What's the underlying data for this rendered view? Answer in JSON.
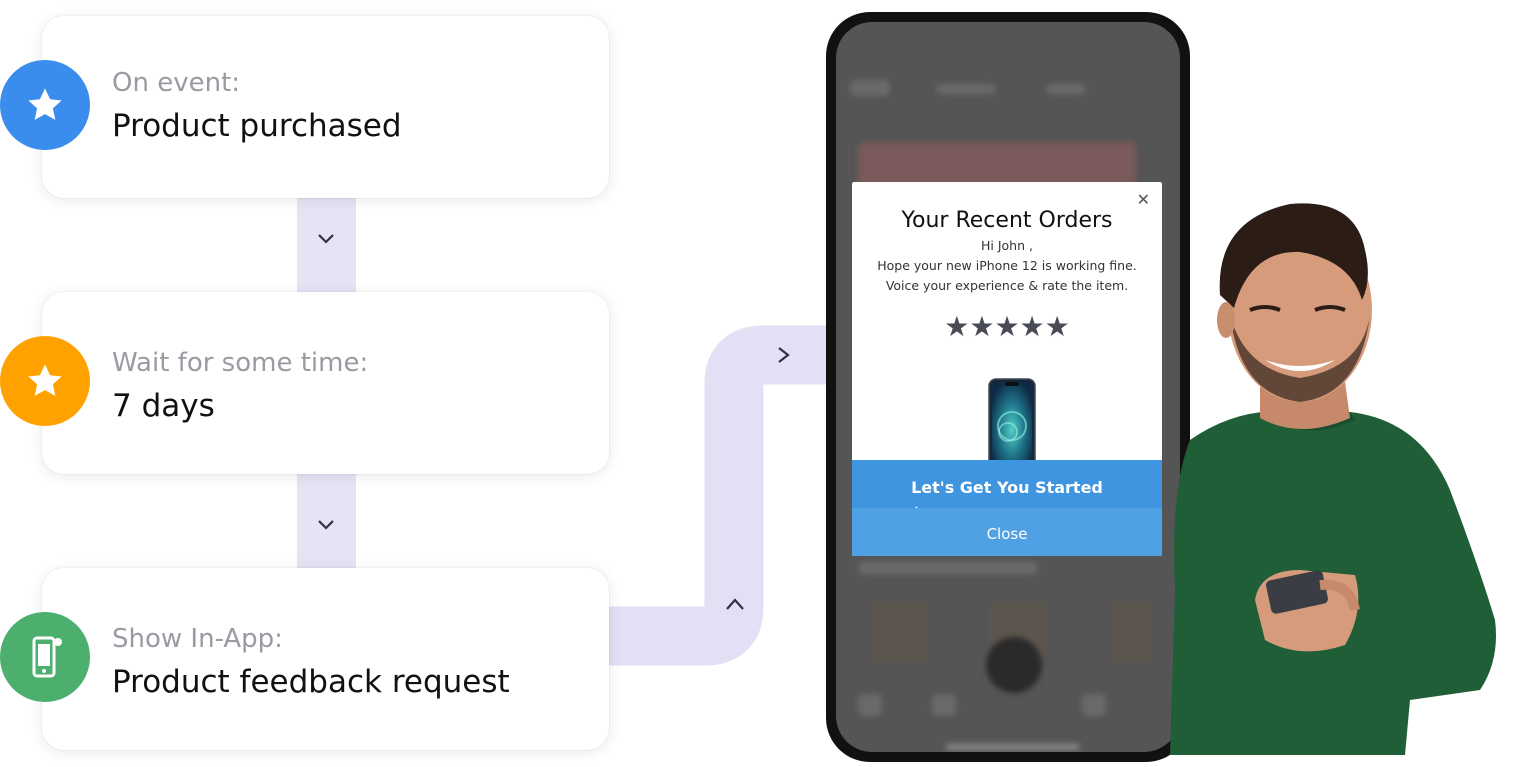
{
  "flow": {
    "steps": [
      {
        "label": "On event:",
        "value": "Product purchased",
        "icon": "star-icon",
        "color": "#3b8ded"
      },
      {
        "label": "Wait for some time:",
        "value": "7 days",
        "icon": "star-icon",
        "color": "#ffa200"
      },
      {
        "label": "Show In-App:",
        "value": "Product feedback request",
        "icon": "mobile-icon",
        "color": "#4caf6e"
      }
    ],
    "chevrons": {
      "down": "⌄",
      "right": ">",
      "up": "^"
    },
    "connector_color": "#e7e3f5"
  },
  "in_app_modal": {
    "title": "Your Recent Orders",
    "greeting": "Hi John ,",
    "line1": "Hope your new iPhone 12 is working fine.",
    "line2": "Voice your experience & rate the item.",
    "stars": "★★★★★",
    "rating_icon": "star-icon",
    "cta_label": "Let's Get You Started",
    "cta_arrow": "→",
    "close_label": "Close",
    "close_x": "✕",
    "cta_color": "#3f95df",
    "close_color": "#4fa1e3"
  }
}
